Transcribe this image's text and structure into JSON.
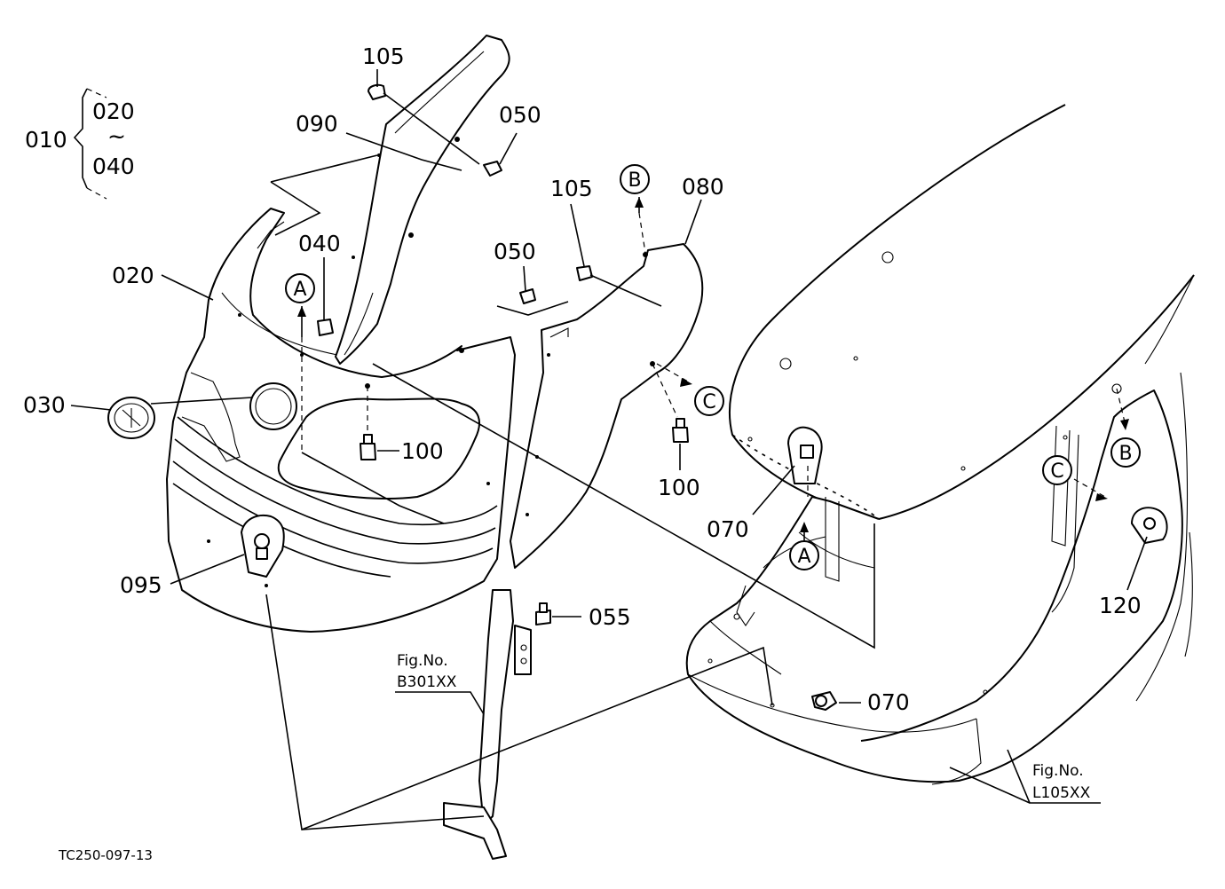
{
  "diagram": {
    "callouts": {
      "c010": "010",
      "c020_top": "020",
      "tilde": "~",
      "c040_top": "040",
      "c105_a": "105",
      "c050_a": "050",
      "c090": "090",
      "c105_b": "105",
      "c080": "080",
      "c020": "020",
      "c040": "040",
      "c050_b": "050",
      "c030": "030",
      "c100_a": "100",
      "c100_b": "100",
      "c070_a": "070",
      "c070_b": "070",
      "c095": "095",
      "c055": "055",
      "c120": "120"
    },
    "refs": {
      "a1": "A",
      "a2": "A",
      "b1": "B",
      "b2": "B",
      "c1": "C",
      "c2": "C"
    },
    "figrefs": {
      "fig1_label": "Fig.No.",
      "fig1_code": "B301XX",
      "fig2_label": "Fig.No.",
      "fig2_code": "L105XX"
    },
    "drawing_code": "TC250-097-13"
  }
}
